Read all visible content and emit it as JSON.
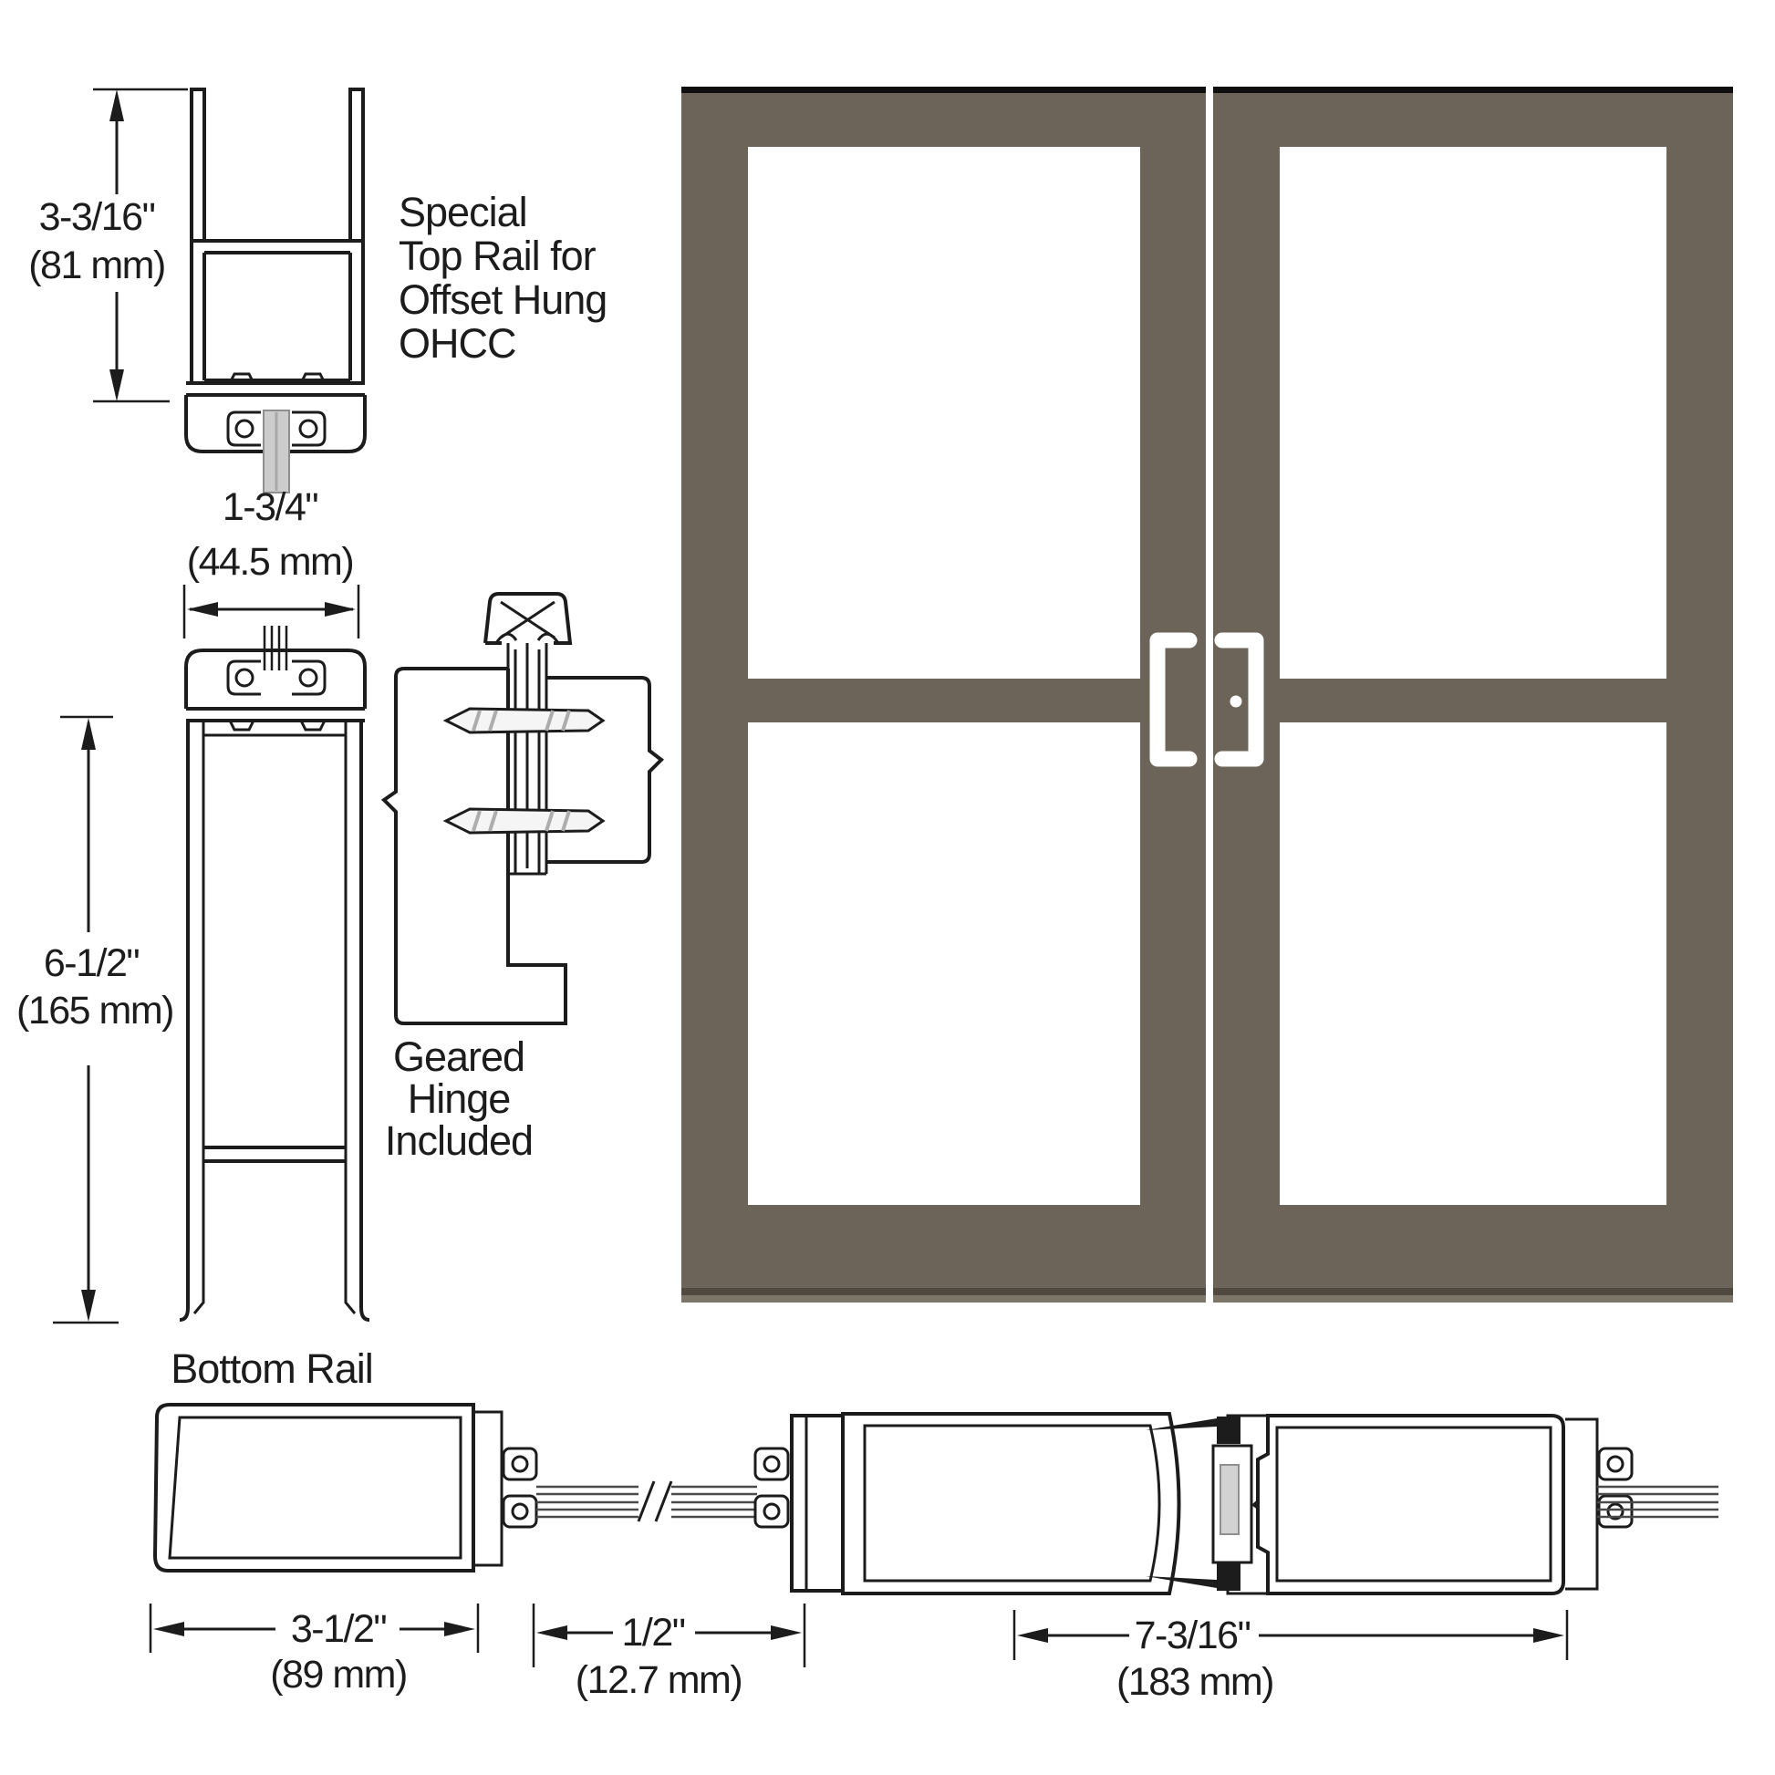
{
  "colors": {
    "line": "#1c1c1c",
    "door_frame": "#6c6459",
    "door_top_edge": "#0f0f0f",
    "door_bottom_shadow": "#4f4940",
    "door_bottom_light": "#7d7568",
    "handle": "#ffffff",
    "glass_white": "#ffffff",
    "glazing_gray": "#cccccc",
    "background": "#ffffff"
  },
  "annotations": {
    "top_rail_height_in": "3-3/16\"",
    "top_rail_height_mm": "(81 mm)",
    "top_rail_note_1": "Special",
    "top_rail_note_2": "Top Rail for",
    "top_rail_note_3": "Offset Hung",
    "top_rail_note_4": "OHCC",
    "door_thickness_in": "1-3/4\"",
    "door_thickness_mm": "(44.5 mm)",
    "stile_height_in": "6-1/2\"",
    "stile_height_mm": "(165 mm)",
    "bottom_rail_label": "Bottom Rail",
    "hinge_note_1": "Geared",
    "hinge_note_2": "Hinge",
    "hinge_note_3": "Included",
    "bottom_rail_width_in": "3-1/2\"",
    "bottom_rail_width_mm": "(89 mm)",
    "glass_inset_in": "1/2\"",
    "glass_inset_mm": "(12.7 mm)",
    "pair_stile_width_in": "7-3/16\"",
    "pair_stile_width_mm": "(183 mm)"
  }
}
